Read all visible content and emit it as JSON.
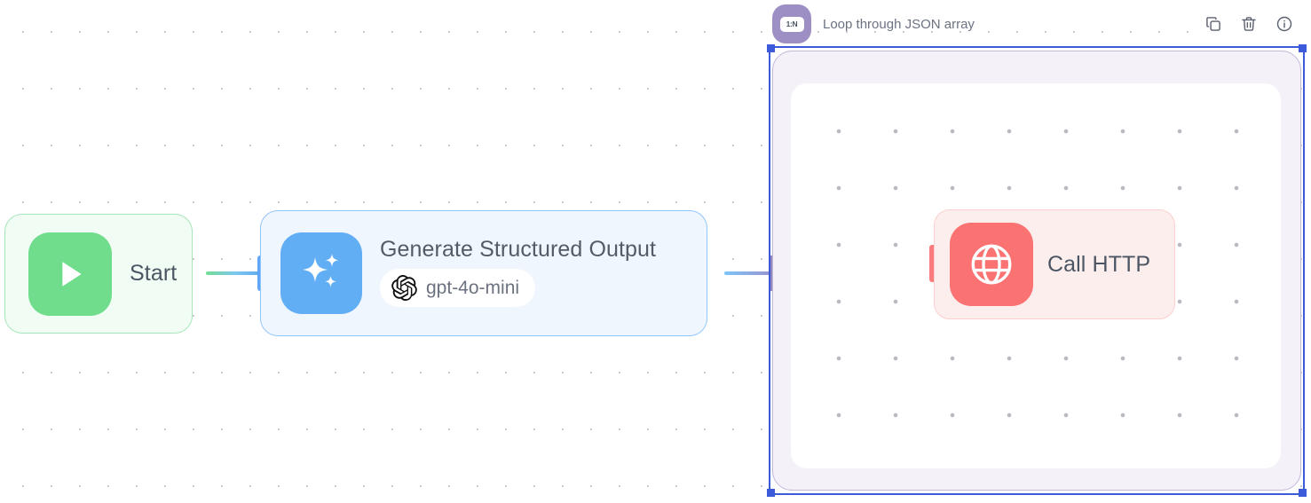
{
  "canvas": {
    "background_color": "#ffffff",
    "grid_dot_color": "#c9c9cf"
  },
  "nodes": [
    {
      "id": "start",
      "label": "Start",
      "icon": "play-icon",
      "accent_color": "#6fdd8b",
      "background_color": "#f1fcf4",
      "border_color": "#a7e6bb"
    },
    {
      "id": "generate-structured-output",
      "title": "Generate Structured Output",
      "icon": "sparkles-icon",
      "model_badge": {
        "provider_icon": "openai-icon",
        "model_name": "gpt-4o-mini"
      },
      "accent_color": "#62aef5",
      "background_color": "#eff6fe",
      "border_color": "#93c5fd"
    },
    {
      "id": "call-http",
      "label": "Call HTTP",
      "icon": "globe-icon",
      "accent_color": "#fb7272",
      "background_color": "#fdeeee",
      "border_color": "#fbcfcf"
    }
  ],
  "loop_group": {
    "title": "Loop through JSON array",
    "badge_text": "1:N",
    "icon": "loop-icon",
    "icon_color": "#9d8ec4",
    "background_color": "#f4f1f8",
    "border_color": "#c3b7da",
    "selected": true,
    "selection_color": "#3b5bdb",
    "toolbar": [
      {
        "id": "duplicate",
        "label": "Duplicate",
        "icon": "copy-icon"
      },
      {
        "id": "delete",
        "label": "Delete",
        "icon": "trash-icon"
      },
      {
        "id": "info",
        "label": "Info",
        "icon": "info-icon"
      }
    ]
  },
  "edges": [
    {
      "id": "start-to-generate",
      "from": "start",
      "to": "generate-structured-output",
      "from_color": "#72dd94",
      "to_color": "#5fa9ee"
    },
    {
      "id": "generate-to-loop",
      "from": "generate-structured-output",
      "to": "loop-group",
      "from_color": "#7dc4f7",
      "to_color": "#9a94cf"
    }
  ]
}
